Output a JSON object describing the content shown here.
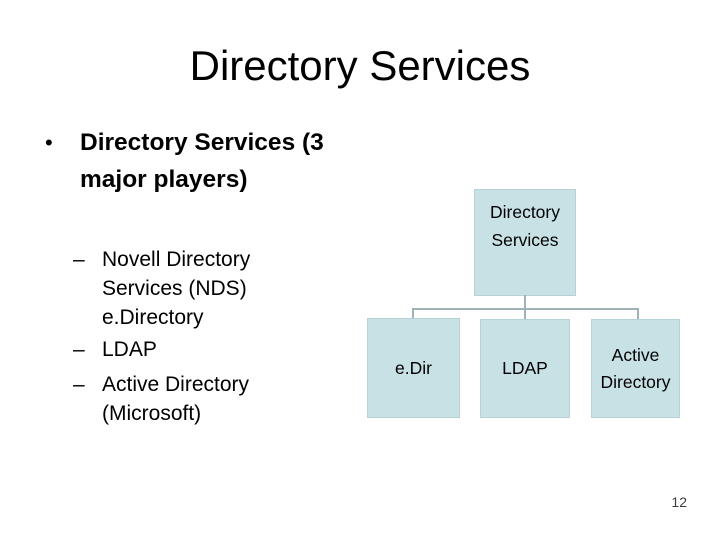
{
  "slide": {
    "title": "Directory Services",
    "page_number": "12"
  },
  "bullets": {
    "marker": "•",
    "sub_marker": "–",
    "main": {
      "text": "Directory Services (3 major players)",
      "lines": [
        "Directory Services (3",
        "major players)"
      ]
    },
    "sub": [
      {
        "text": "Novell Directory Services (NDS) e.Directory",
        "lines": [
          "Novell Directory",
          "Services (NDS)",
          "e.Directory"
        ]
      },
      {
        "text": "LDAP",
        "lines": [
          "LDAP"
        ]
      },
      {
        "text": "Active Directory (Microsoft)",
        "lines": [
          "Active Directory",
          "(Microsoft)"
        ]
      }
    ]
  },
  "diagram": {
    "root": {
      "label": "Directory Services"
    },
    "children": [
      {
        "label": "e.Dir"
      },
      {
        "label": "LDAP"
      },
      {
        "label": "Active Directory"
      }
    ],
    "colors": {
      "box_fill": "#c8e1e5",
      "box_border": "#b6d2d7",
      "connector": "#9fb2b6",
      "text": "#000000",
      "background": "#ffffff"
    }
  }
}
